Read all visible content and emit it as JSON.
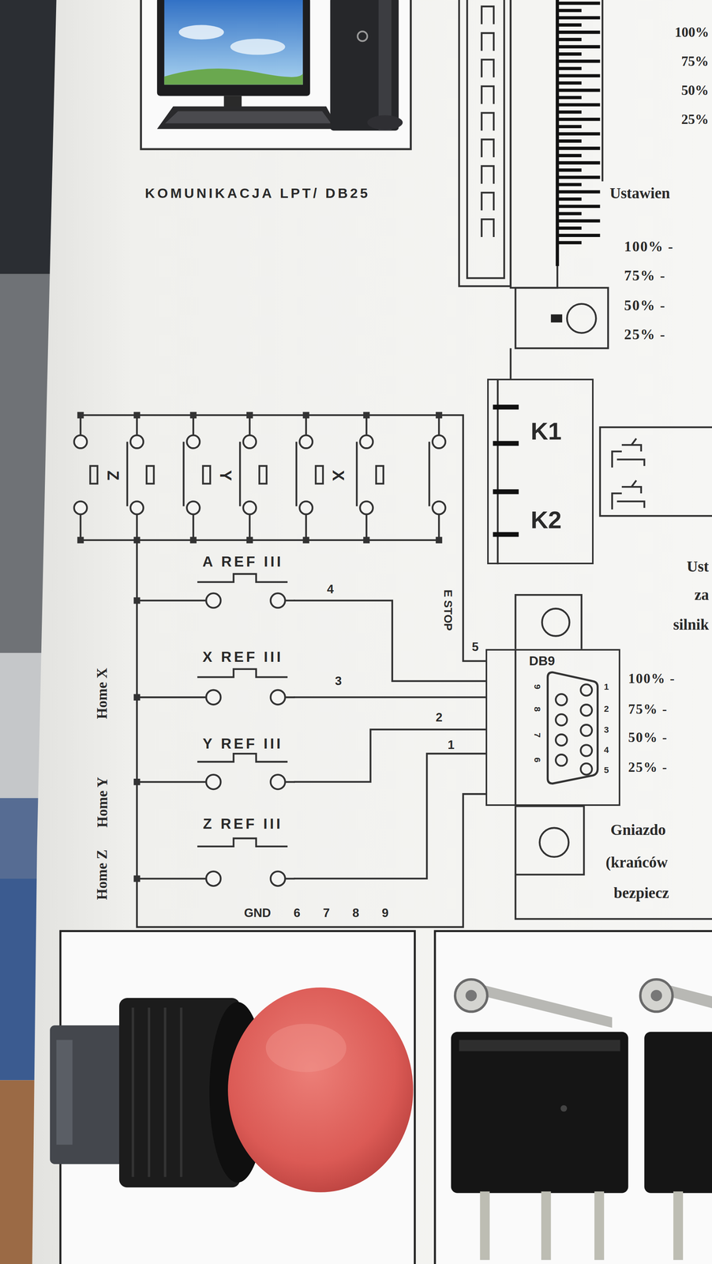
{
  "diagram": {
    "nodes": [
      {
        "text": [
          "K1",
          "K2"
        ]
      },
      {
        "text": [
          "A REF III"
        ]
      },
      {
        "text": [
          "X REF III"
        ]
      },
      {
        "text": [
          "Y REF III"
        ]
      },
      {
        "text": [
          "Z REF III"
        ]
      },
      {
        "text": [
          "DB9"
        ]
      }
    ],
    "edges": [
      {
        "from": 1,
        "to": 5,
        "label": "4",
        "arrow": "none"
      },
      {
        "from": 2,
        "to": 5,
        "label": "3",
        "arrow": "none"
      },
      {
        "from": 3,
        "to": 5,
        "label": "2",
        "arrow": "none"
      },
      {
        "from": 4,
        "to": 5,
        "label": "1",
        "arrow": "none"
      }
    ],
    "labels": [
      "KOMUNIKACJA LPT/ DB25",
      "100%",
      "75%",
      "50%",
      "25%",
      "Ustawien",
      "100% -",
      "75% -",
      "50% -",
      "25% -",
      "Z",
      "Y",
      "X",
      "E STOP",
      "5",
      "Ust",
      "za",
      "silnik",
      "Home X",
      "Home Y",
      "Home Z",
      "1",
      "2",
      "3",
      "4",
      "5",
      "9",
      "8",
      "7",
      "6",
      "100% -",
      "75% -",
      "50% -",
      "25% -",
      "Gniazdo",
      "(krańców",
      "bezpiecz",
      "GND 6 7 8 9"
    ]
  }
}
